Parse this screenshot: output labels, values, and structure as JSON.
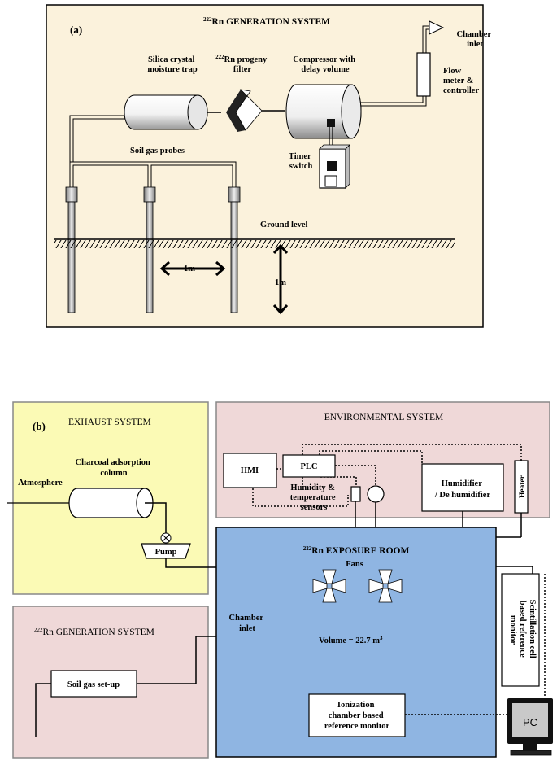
{
  "panel_a": {
    "label": "(a)",
    "title_sup": "222",
    "title_main": "Rn GENERATION SYSTEM",
    "silica_line1": "Silica crystal",
    "silica_line2": "moisture trap",
    "filter_sup": "222",
    "filter_line1": "Rn progeny",
    "filter_line2": "filter",
    "compressor_line1": "Compressor with",
    "compressor_line2": "delay volume",
    "chamber_inlet_line1": "Chamber",
    "chamber_inlet_line2": "inlet",
    "flow_line1": "Flow",
    "flow_line2": "meter &",
    "flow_line3": "controller",
    "timer_line1": "Timer",
    "timer_line2": "switch",
    "probes": "Soil gas probes",
    "ground": "Ground level",
    "dist_h": "1m",
    "dist_v": "1m"
  },
  "panel_b": {
    "label": "(b)",
    "exhaust_title": "EXHAUST SYSTEM",
    "charcoal_line1": "Charcoal adsorption",
    "charcoal_line2": "column",
    "atmosphere": "Atmosphere",
    "pump": "Pump",
    "env_title": "ENVIRONMENTAL SYSTEM",
    "hmi": "HMI",
    "plc": "PLC",
    "humidity_line1": "Humidity &",
    "humidity_line2": "temperature",
    "humidity_line3": "sensors",
    "humidifier_line1": "Humidifier",
    "humidifier_line2": "/ De humidifier",
    "heater": "Heater",
    "room_sup": "222",
    "room_title": "Rn EXPOSURE ROOM",
    "fans": "Fans",
    "chamber_inlet_line1": "Chamber",
    "chamber_inlet_line2": "inlet",
    "volume": "Volume = 22.7 m",
    "volume_sup": "3",
    "gen_sup": "222",
    "gen_title": "Rn GENERATION SYSTEM",
    "soil": "Soil gas set-up",
    "scint_line1": "Scintillation cell",
    "scint_line2": "based reference",
    "scint_line3": "monitor",
    "ion_line1": "Ionization",
    "ion_line2": "chamber based",
    "ion_line3": "reference monitor",
    "pc": "PC"
  },
  "colors": {
    "panel_a_bg": "#fbf2dc",
    "exhaust_bg": "#fbfab5",
    "env_bg": "#efd8d8",
    "room_bg": "#8fb5e2",
    "gen_bg": "#efd8d8",
    "pc_screen": "#c9c9c9"
  }
}
